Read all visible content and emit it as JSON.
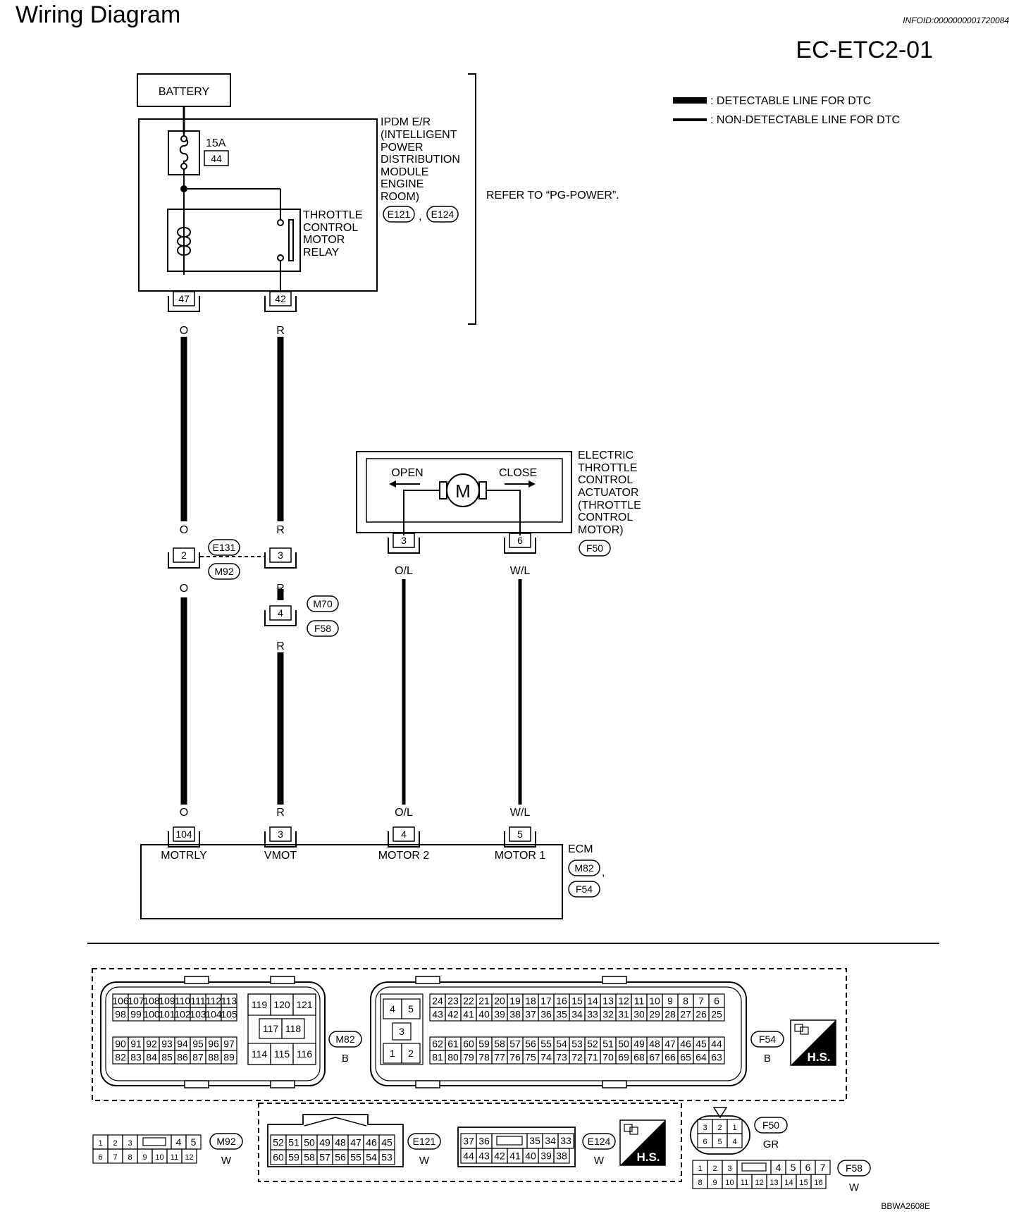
{
  "header": {
    "title": "Wiring Diagram",
    "info_id": "INFOID:0000000001720084",
    "code": "EC-ETC2-01"
  },
  "legend": {
    "detectable": ": DETECTABLE LINE FOR DTC",
    "non_detectable": ": NON-DETECTABLE LINE FOR DTC"
  },
  "battery": {
    "label": "BATTERY"
  },
  "ipdm": {
    "label_lines": [
      "IPDM E/R",
      "(INTELLIGENT",
      "POWER",
      "DISTRIBUTION",
      "MODULE",
      "ENGINE",
      "ROOM)"
    ],
    "connectors": [
      "E121",
      "E124"
    ],
    "separator": ",",
    "fuse_amp": "15A",
    "fuse_no": "44",
    "relay_lines": [
      "THROTTLE",
      "CONTROL",
      "MOTOR",
      "RELAY"
    ],
    "pins": [
      "47",
      "42"
    ],
    "refer": "REFER TO “PG-POWER”."
  },
  "wires": {
    "o": "O",
    "r": "R",
    "ol": "O/L",
    "wl": "W/L"
  },
  "joints": {
    "e131": "E131",
    "m92": "M92",
    "pin_2": "2",
    "pin_3": "3",
    "m70": "M70",
    "f58": "F58",
    "pin_4": "4"
  },
  "actuator": {
    "label_lines": [
      "ELECTRIC",
      "THROTTLE",
      "CONTROL",
      "ACTUATOR",
      "(THROTTLE",
      "CONTROL",
      "MOTOR)"
    ],
    "connector": "F50",
    "open": "OPEN",
    "close": "CLOSE",
    "motor": "M",
    "pins": [
      "3",
      "6"
    ]
  },
  "ecm": {
    "label": "ECM",
    "connectors": [
      "M82",
      "F54"
    ],
    "comma": ",",
    "terminals": [
      {
        "pin": "104",
        "name": "MOTRLY"
      },
      {
        "pin": "3",
        "name": "VMOT"
      },
      {
        "pin": "4",
        "name": "MOTOR 2"
      },
      {
        "pin": "5",
        "name": "MOTOR 1"
      }
    ]
  },
  "connector_views": {
    "m82": {
      "id": "M82",
      "color": "B",
      "rows": [
        [
          "106",
          "107",
          "108",
          "109",
          "110",
          "111",
          "112",
          "113"
        ],
        [
          "98",
          "99",
          "100",
          "101",
          "102",
          "103",
          "104",
          "105"
        ],
        [
          "90",
          "91",
          "92",
          "93",
          "94",
          "95",
          "96",
          "97"
        ],
        [
          "82",
          "83",
          "84",
          "85",
          "86",
          "87",
          "88",
          "89"
        ]
      ],
      "right_top": [
        "119",
        "120",
        "121"
      ],
      "right_mid": [
        "117",
        "118"
      ],
      "right_bottom": [
        "114",
        "115",
        "116"
      ]
    },
    "f54": {
      "id": "F54",
      "color": "B",
      "left_top": [
        "4",
        "5"
      ],
      "left_mid": "3",
      "left_bottom": [
        "1",
        "2"
      ],
      "rows": [
        [
          "24",
          "23",
          "22",
          "21",
          "20",
          "19",
          "18",
          "17",
          "16",
          "15",
          "14",
          "13",
          "12",
          "11",
          "10",
          "9",
          "8",
          "7",
          "6"
        ],
        [
          "43",
          "42",
          "41",
          "40",
          "39",
          "38",
          "37",
          "36",
          "35",
          "34",
          "33",
          "32",
          "31",
          "30",
          "29",
          "28",
          "27",
          "26",
          "25"
        ],
        [
          "62",
          "61",
          "60",
          "59",
          "58",
          "57",
          "56",
          "55",
          "54",
          "53",
          "52",
          "51",
          "50",
          "49",
          "48",
          "47",
          "46",
          "45",
          "44"
        ],
        [
          "81",
          "80",
          "79",
          "78",
          "77",
          "76",
          "75",
          "74",
          "73",
          "72",
          "71",
          "70",
          "69",
          "68",
          "67",
          "66",
          "65",
          "64",
          "63"
        ]
      ]
    },
    "hs_label": "H.S.",
    "m92": {
      "id": "M92",
      "color": "W",
      "row1": [
        "1",
        "2",
        "3",
        "4",
        "5"
      ],
      "row2": [
        "6",
        "7",
        "8",
        "9",
        "10",
        "11",
        "12"
      ]
    },
    "e121": {
      "id": "E121",
      "color": "W",
      "row1": [
        "52",
        "51",
        "50",
        "49",
        "48",
        "47",
        "46",
        "45"
      ],
      "row2": [
        "60",
        "59",
        "58",
        "57",
        "56",
        "55",
        "54",
        "53"
      ]
    },
    "e124": {
      "id": "E124",
      "color": "W",
      "row1": [
        "37",
        "36",
        "35",
        "34",
        "33"
      ],
      "row2": [
        "44",
        "43",
        "42",
        "41",
        "40",
        "39",
        "38"
      ]
    },
    "f50": {
      "id": "F50",
      "color": "GR",
      "row1": [
        "3",
        "2",
        "1"
      ],
      "row2": [
        "6",
        "5",
        "4"
      ]
    },
    "f58": {
      "id": "F58",
      "color": "W",
      "row1": [
        "1",
        "2",
        "3",
        "4",
        "5",
        "6",
        "7"
      ],
      "row2": [
        "8",
        "9",
        "10",
        "11",
        "12",
        "13",
        "14",
        "15",
        "16"
      ]
    }
  },
  "footer_code": "BBWA2608E"
}
